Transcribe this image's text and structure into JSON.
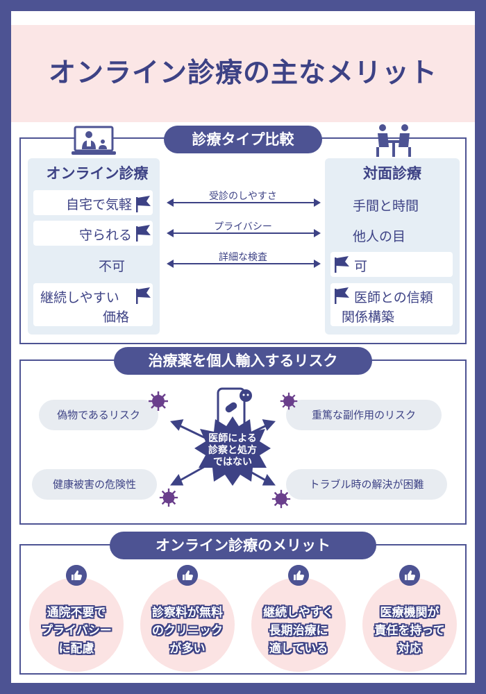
{
  "title": "オンライン診療の主なメリット",
  "comparison": {
    "heading": "診療タイプ比較",
    "online": {
      "title": "オンライン診療",
      "items": [
        "自宅で気軽",
        "守られる",
        "不可",
        "継続しやすい",
        "価格"
      ]
    },
    "inperson": {
      "title": "対面診療",
      "items": [
        "手間と時間",
        "他人の目",
        "可",
        "医師との信頼",
        "関係構築"
      ]
    },
    "criteria": [
      "受診のしやすさ",
      "プライバシー",
      "詳細な検査"
    ]
  },
  "risk": {
    "heading": "治療薬を個人輸入するリスク",
    "center": [
      "医師による",
      "診察と処方",
      "ではない"
    ],
    "items": [
      "偽物であるリスク",
      "重篤な副作用のリスク",
      "健康被害の危険性",
      "トラブル時の解決が困難"
    ]
  },
  "merits": {
    "heading": "オンライン診療のメリット",
    "items": [
      "通院不要で\nプライバシー\nに配慮",
      "診察料が無料\nのクリニック\nが多い",
      "継続しやすく\n長期治療に\n適している",
      "医療機関が\n責任を持って\n対応"
    ]
  }
}
